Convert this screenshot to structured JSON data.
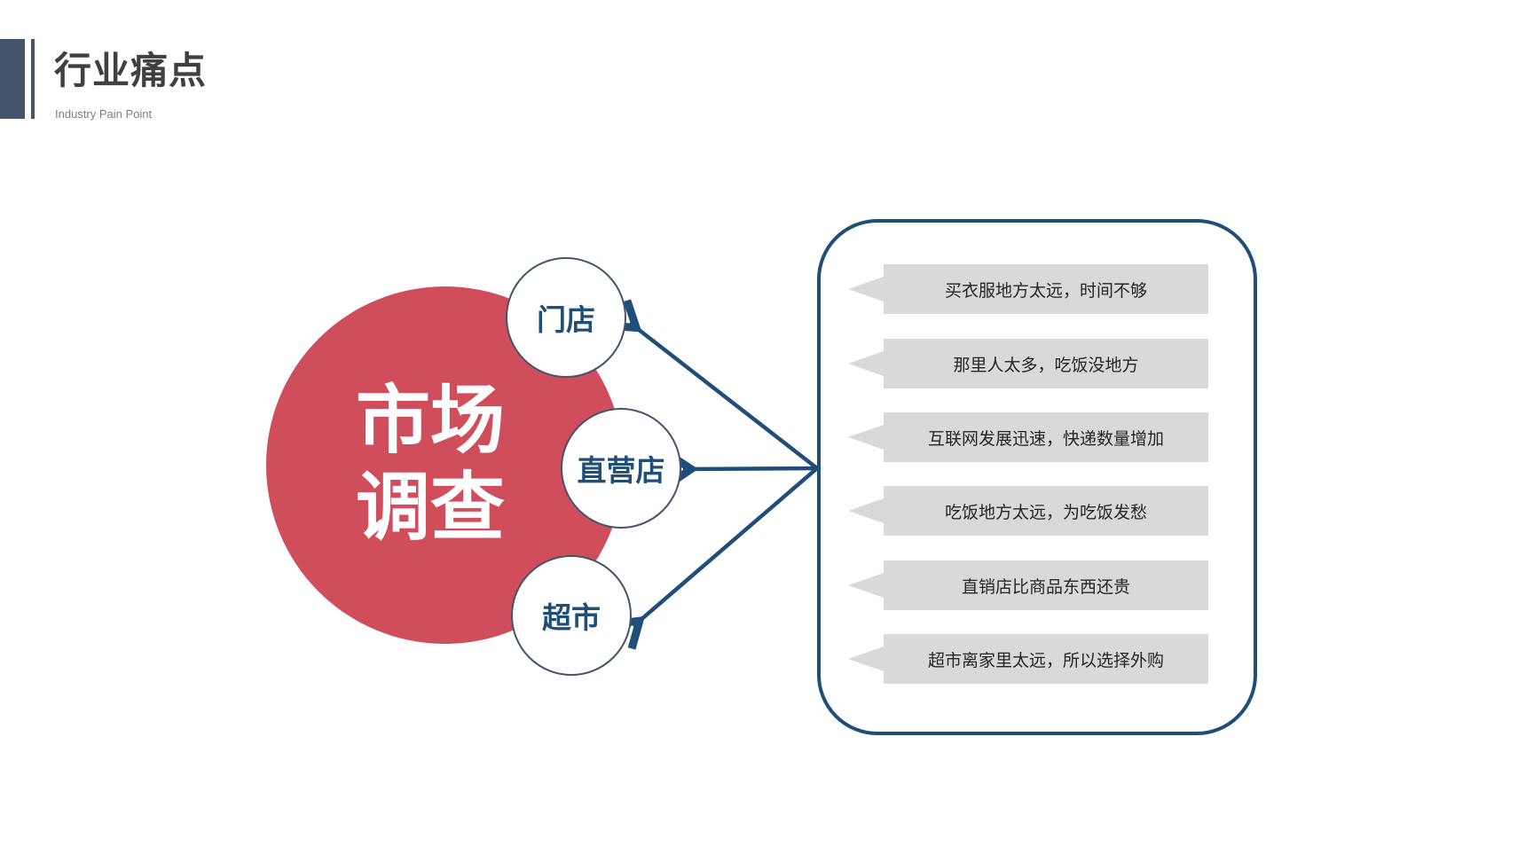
{
  "header": {
    "title": "行业痛点",
    "subtitle": "Industry Pain Point"
  },
  "diagram": {
    "center": {
      "line1": "市场",
      "line2": "调查"
    },
    "nodes": [
      "门店",
      "直营店",
      "超市"
    ],
    "pain_points": [
      "买衣服地方太远，时间不够",
      "那里人太多，吃饭没地方",
      "互联网发展迅速，快递数量增加",
      "吃饭地方太远，为吃饭发愁",
      "直销店比商品东西还贵",
      "超市离家里太远，所以选择外购"
    ]
  },
  "colors": {
    "accent": "#44546a",
    "main_circle": "#d04e5c",
    "line": "#1f4e79",
    "callout": "#d9d9d9"
  }
}
